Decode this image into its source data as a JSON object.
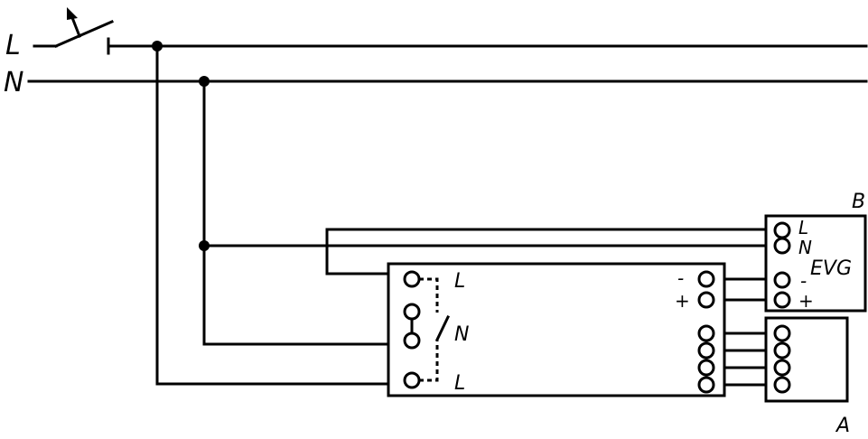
{
  "supply": {
    "line_label": "L",
    "neutral_label": "N"
  },
  "switch_module": {
    "label_top": "L",
    "label_mid": "N",
    "label_bottom": "L",
    "label_minus": "-",
    "label_plus": "+"
  },
  "ballast": {
    "tag": "B",
    "label_l": "L",
    "label_n": "N",
    "name": "EVG",
    "label_minus": "-",
    "label_plus": "+"
  },
  "lamp": {
    "tag": "A"
  },
  "colors": {
    "line": "#000000",
    "background": "#ffffff"
  }
}
